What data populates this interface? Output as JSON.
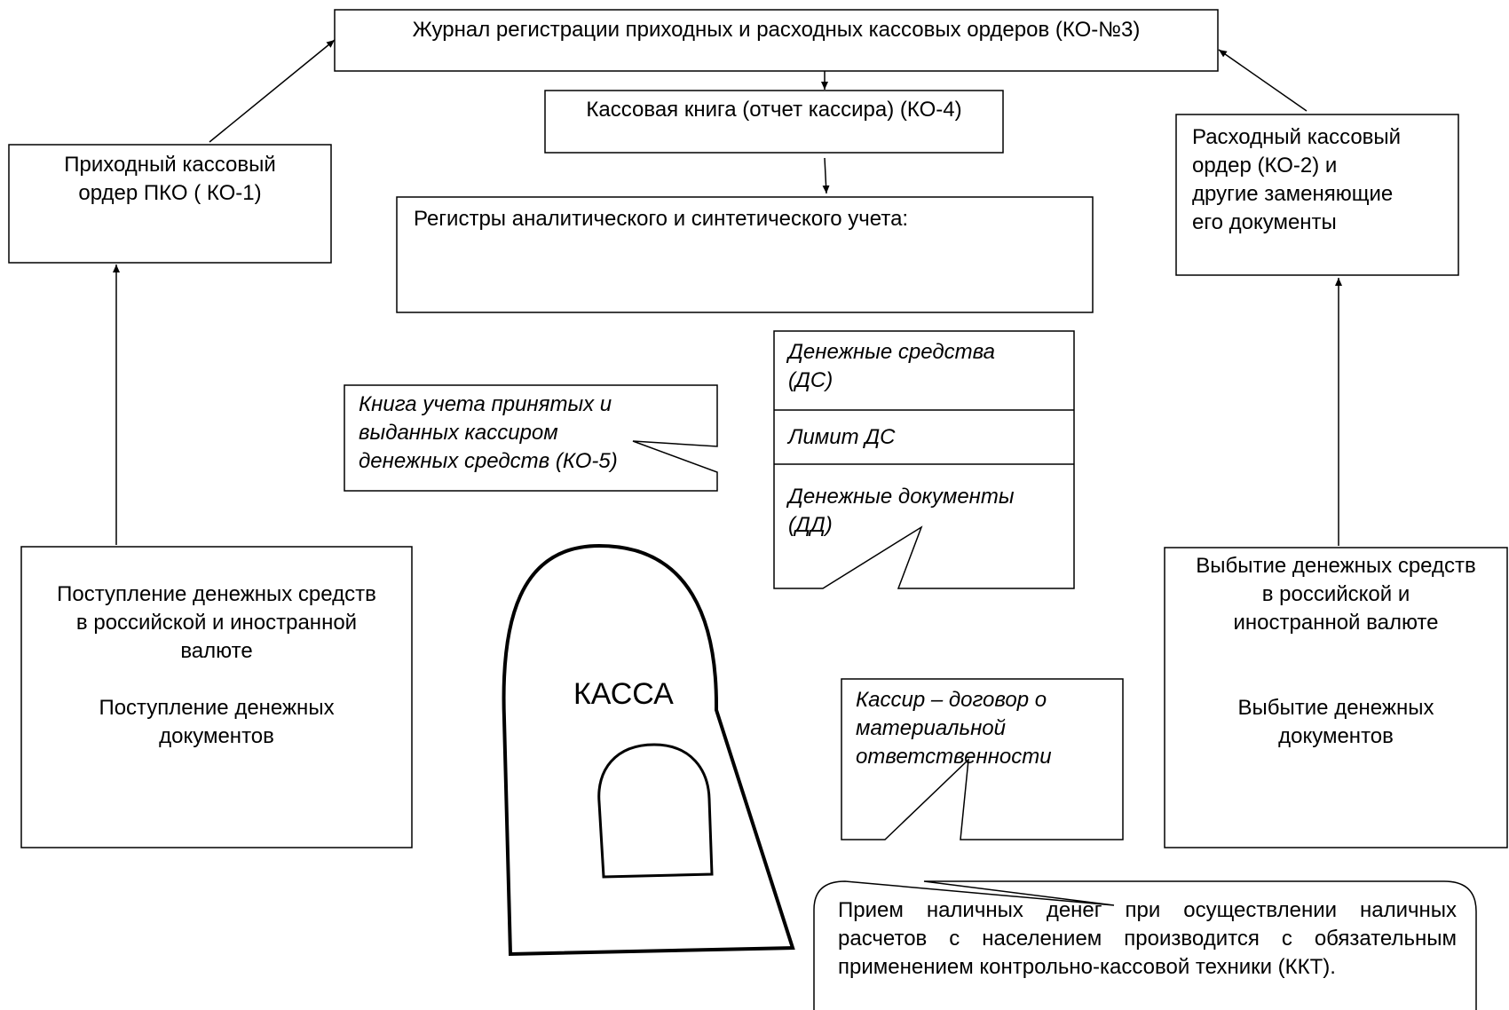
{
  "journal": {
    "text": "Журнал регистрации приходных и расходных кассовых ордеров (КО-№3)"
  },
  "cash_book": {
    "text": "Кассовая книга (отчет кассира) (КО-4)"
  },
  "registers": {
    "text": "Регистры аналитического и синтетического учета:"
  },
  "incoming_order": {
    "line1": "Приходный кассовый",
    "line2": "ордер ПКО  ( КО-1)"
  },
  "outgoing_order": {
    "line1": "Расходный кассовый",
    "line2": "ордер   (КО-2) и",
    "line3": "другие заменяющие",
    "line4": "его документы"
  },
  "book_ko5": {
    "line1": "Книга учета принятых и",
    "line2": "выданных кассиром",
    "line3": "денежных средств (КО-5)"
  },
  "money_panel": {
    "row1_line1": "Денежные средства",
    "row1_line2": "(ДС)",
    "row2": "Лимит ДС",
    "row3_line1": "Денежные документы",
    "row3_line2": "(ДД)"
  },
  "receipt": {
    "line1": "Поступление денежных средств",
    "line2": "в российской и иностранной",
    "line3": "валюте",
    "line4": "Поступление  денежных",
    "line5": "документов"
  },
  "disposal": {
    "line1": "Выбытие денежных средств",
    "line2": "в российской и",
    "line3": "иностранной валюте",
    "line4": "Выбытие денежных",
    "line5": "документов"
  },
  "kassa": {
    "label": "КАССА"
  },
  "cashier": {
    "line1": "Кассир – договор о",
    "line2": "материальной",
    "line3": "ответственности"
  },
  "kkt_note": {
    "line1": "Прием наличных денег при осуществлении наличных",
    "line2": "расчетов с населением производится с обязательным",
    "line3": "применением контрольно-кассовой техники  (ККТ)."
  }
}
